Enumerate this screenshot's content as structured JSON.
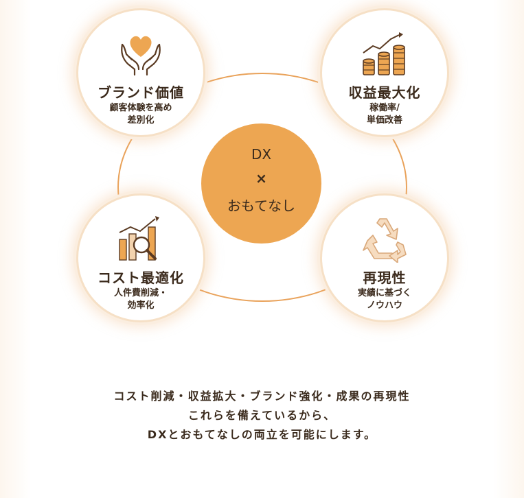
{
  "center": {
    "line1": "DX",
    "line2": "×",
    "line3": "おもてなし",
    "color": "#eda652"
  },
  "items": [
    {
      "title": "ブランド価値",
      "sub1": "顧客体験を高め",
      "sub2": "差別化",
      "icon": "heart-hands-icon"
    },
    {
      "title": "収益最大化",
      "sub1": "稼働率/",
      "sub2": "単価改善",
      "icon": "coin-stacks-growth-icon"
    },
    {
      "title": "コスト最適化",
      "sub1": "人件費削減・",
      "sub2": "効率化",
      "icon": "bar-chart-magnifier-icon"
    },
    {
      "title": "再現性",
      "sub1": "実績に基づく",
      "sub2": "ノウハウ",
      "icon": "recycle-arrows-icon"
    }
  ],
  "caption": {
    "line1": "コスト削減・収益拡大・ブランド強化・成果の再現性",
    "line2": "これらを備えているから、",
    "line3": "DXとおもてなしの両立を可能にします。"
  },
  "colors": {
    "accent": "#eda652",
    "ring": "#e9a25a",
    "icon_dark": "#5a3a22",
    "text": "#3a2a1c"
  }
}
